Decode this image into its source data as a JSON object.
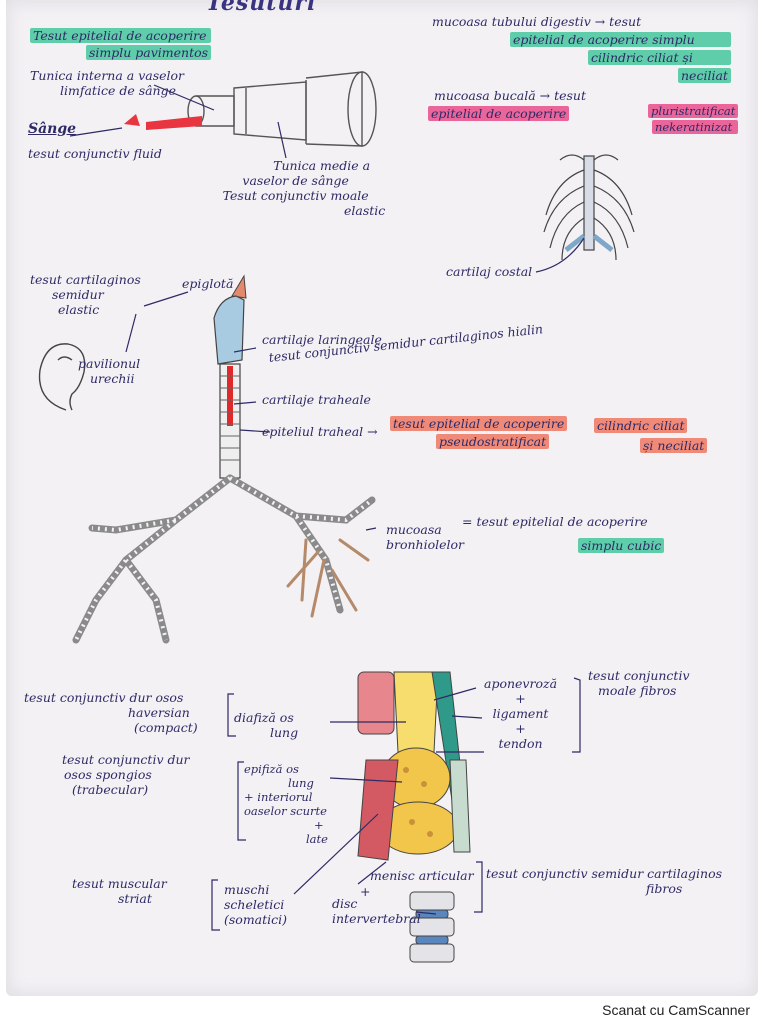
{
  "title": "Tesuturi",
  "colors": {
    "ink": "#2e2a66",
    "highlight_green": "#5fcda9",
    "highlight_pink": "#e9659a",
    "highlight_salmon": "#f08a78",
    "blood_red": "#e8353f",
    "cartilage_blue": "#9fc3dc",
    "bone_yellow": "#f1cf58",
    "muscle_red": "#c9454f",
    "tendon_teal": "#2f9a8a"
  },
  "notes": {
    "tesut_epitelial_simplu": [
      "Tesut epitelial de acoperire",
      "simplu pavimentos"
    ],
    "tunica_interna": [
      "Tunica interna a vaselor",
      "limfatice de sânge"
    ],
    "sange": "Sânge",
    "sange_desc": "tesut conjunctiv fluid",
    "tunica_medie": [
      "Tunica medie a",
      "vaselor de sânge",
      "Tesut conjunctiv moale",
      "elastic"
    ],
    "mucoasa_tub": [
      "mucoasa tubului digestiv → tesut",
      "epitelial de acoperire simplu",
      "cilindric ciliat și",
      "neciliat"
    ],
    "mucoasa_bucala": "mucoasa bucală → tesut",
    "epitelial_acoperire": "epitelial de acoperire",
    "pluristratificat": [
      "pluristratificat",
      "nekeratinizat"
    ],
    "cartilaj_costal": "cartilaj costal",
    "tesut_cartilaginos_elastic": [
      "tesut cartilaginos",
      "semidur",
      "elastic"
    ],
    "epiglota": "epiglotă",
    "pavilionul_urechii": [
      "pavilionul",
      "urechii"
    ],
    "cartilaje_laringeale": "cartilaje laringeale",
    "tesut_conjunctiv_hialin": "tesut conjunctiv semidur cartilaginos hialin",
    "cartilaje_traheale": "cartilaje traheale",
    "epiteliul_traheal": "epiteliul traheal →",
    "tesut_epitelial_traheal": "tesut epitelial de acoperire",
    "pseudostratificat": "pseudostratificat",
    "cilindric_ciliat": "cilindric ciliat",
    "si_neciliat": "și neciliat",
    "mucoasa_bronhiolelor": [
      "mucoasa",
      "bronhiolelor"
    ],
    "tesut_epitelial_bronhii": "= tesut epitelial de acoperire",
    "simplu_cubic": "simplu cubic",
    "aponevroza": [
      "aponevroză",
      "+",
      "ligament",
      "+",
      "tendon"
    ],
    "tesut_conjunctiv_moale_fibros": [
      "tesut conjunctiv",
      "moale fibros"
    ],
    "tesut_dur_haversian": [
      "tesut conjunctiv dur osos",
      "haversian",
      "(compact)"
    ],
    "diafiza": [
      "diafiză os",
      "lung"
    ],
    "tesut_dur_spongios": [
      "tesut conjunctiv dur",
      "osos spongios",
      "(trabecular)"
    ],
    "epifiza": [
      "epifiză os",
      "lung",
      "+ interiorul",
      "oaselor scurte",
      "+",
      "late"
    ],
    "tesut_muscular_striat": [
      "tesut muscular",
      "striat"
    ],
    "muschi_scheletici": [
      "muschi",
      "scheletici",
      "(somatici)"
    ],
    "menisc": "menisc articular",
    "plus": "+",
    "disc_intervertebral": [
      "disc",
      "intervertebral"
    ],
    "tesut_cartilaginos_fibros": [
      "tesut conjunctiv semidur cartilaginos",
      "fibros"
    ]
  },
  "footer": "Scanat cu CamScanner"
}
